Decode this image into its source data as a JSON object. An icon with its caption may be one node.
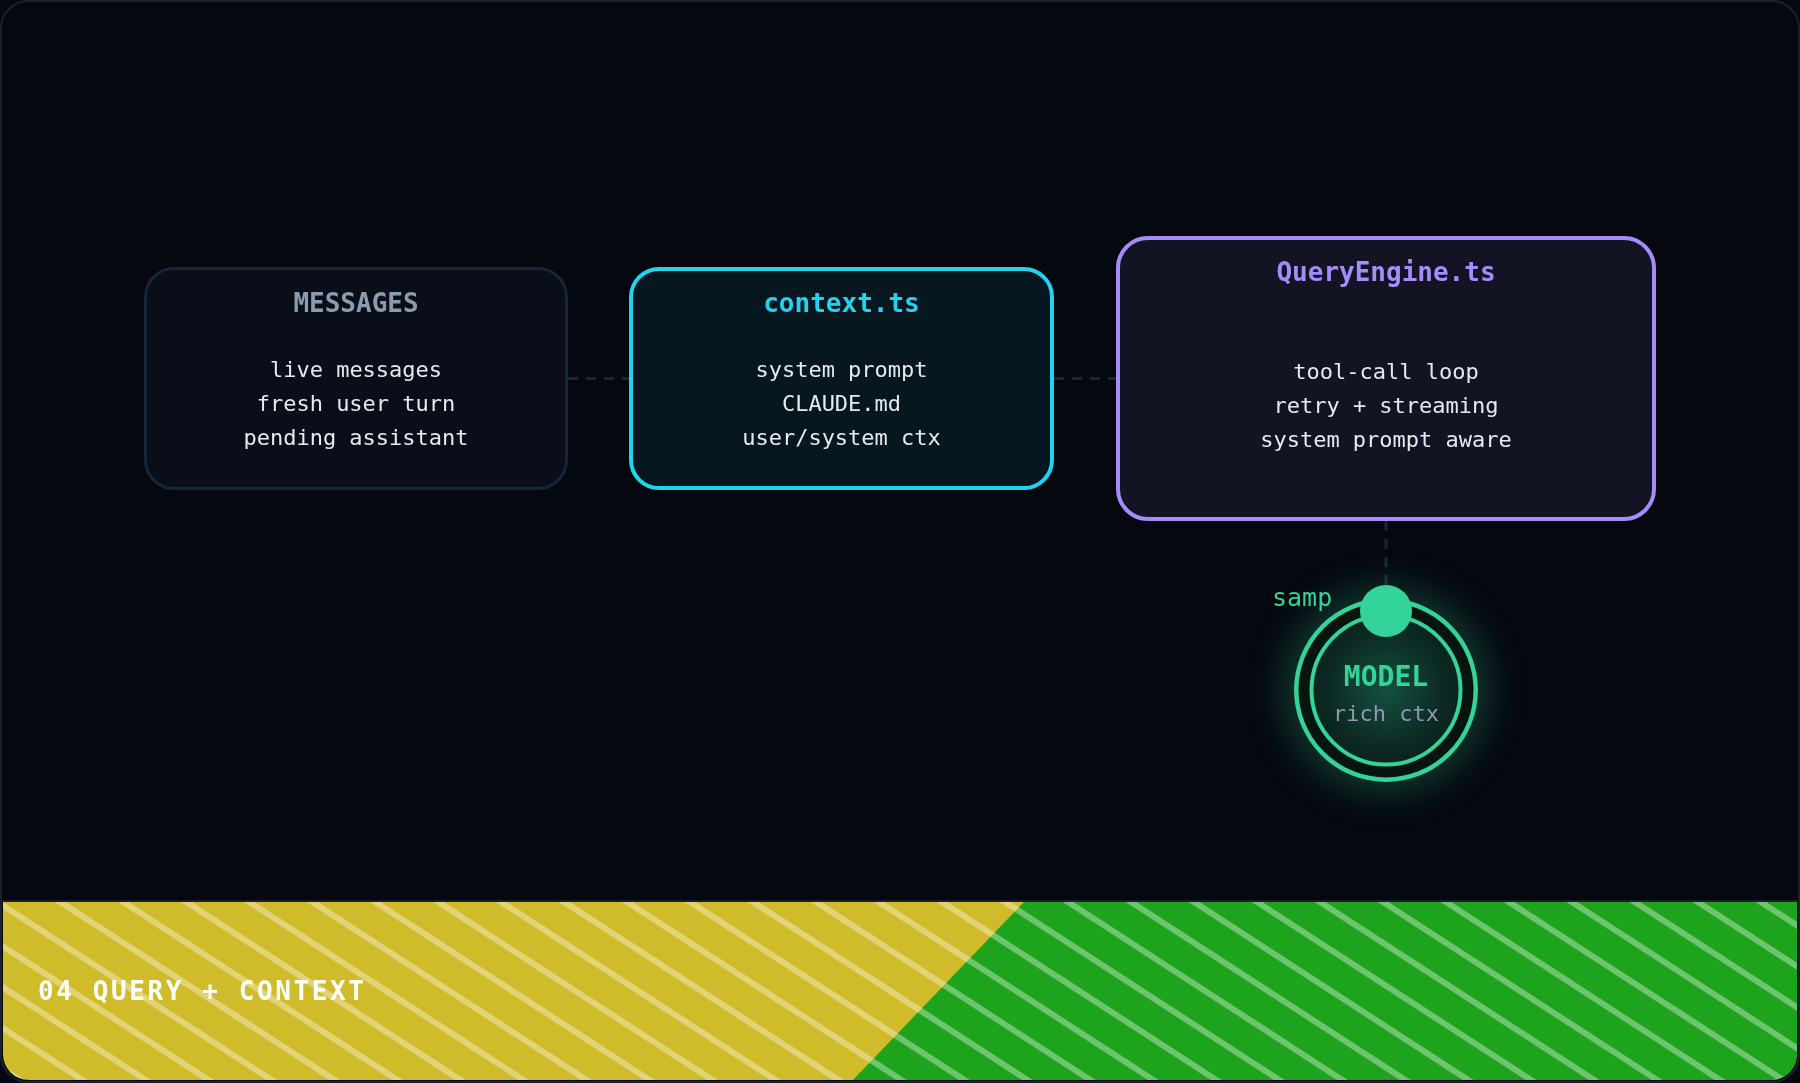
{
  "diagram": {
    "nodes": [
      {
        "text": [
          "MESSAGES",
          "live messages",
          "fresh user turn",
          "pending assistant"
        ]
      },
      {
        "text": [
          "context.ts",
          "system prompt",
          "CLAUDE.md",
          "user/system ctx"
        ]
      },
      {
        "text": [
          "QueryEngine.ts",
          "tool-call loop",
          "retry + streaming",
          "system prompt aware"
        ]
      },
      {
        "text": [],
        "shape": "circle"
      },
      {
        "text": [
          "MODEL",
          "rich ctx"
        ]
      },
      {
        "text": [
          "04 QUERY + CONTEXT"
        ]
      }
    ],
    "edges": [
      {
        "from": 0,
        "to": 1,
        "arrow": "none",
        "style": "dashed"
      },
      {
        "from": 1,
        "to": 2,
        "arrow": "none",
        "style": "dashed"
      },
      {
        "from": 2,
        "to": 3,
        "arrow": "none",
        "style": "dashed"
      }
    ],
    "labels": [
      "samp"
    ]
  }
}
